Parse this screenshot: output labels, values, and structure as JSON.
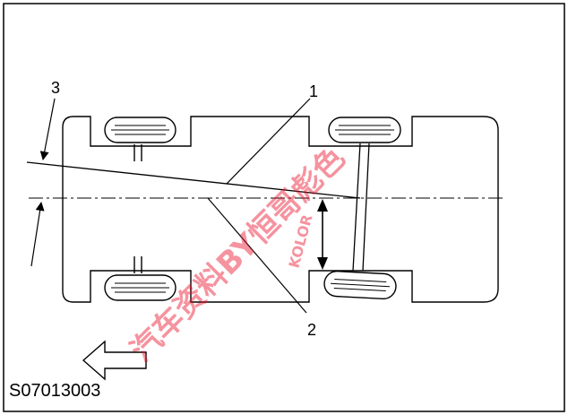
{
  "diagram": {
    "callouts": {
      "c1": "1",
      "c2": "2",
      "c3": "3"
    },
    "figure_code": "S07013003",
    "watermark": {
      "text": "汽车资料BY恒哥彪色",
      "sub": "KOLOR"
    },
    "icons": {
      "direction": "hollow-arrow-left-icon",
      "measure": "double-arrow-icon"
    },
    "colors": {
      "ink": "#000000",
      "watermark": "#e8102a"
    }
  }
}
